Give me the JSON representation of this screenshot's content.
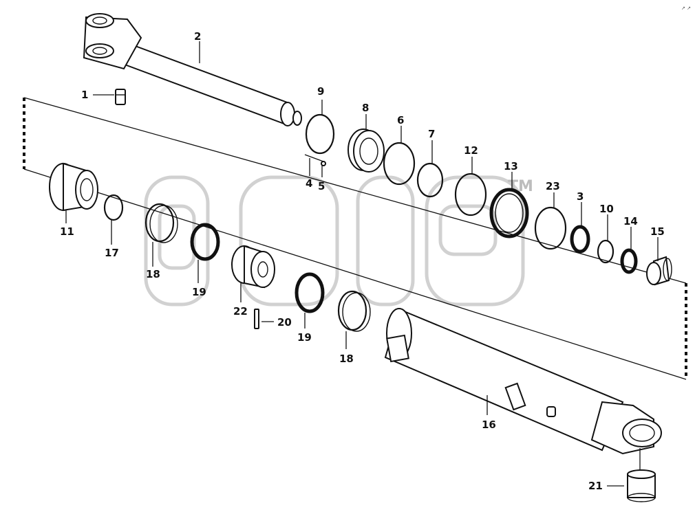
{
  "diagram": {
    "type": "exploded-parts-diagram",
    "watermark": {
      "mark": "TM"
    },
    "corner_mark": "↗ ↗"
  },
  "callouts": [
    {
      "id": "c1",
      "text": "1"
    },
    {
      "id": "c2",
      "text": "2"
    },
    {
      "id": "c3",
      "text": "3"
    },
    {
      "id": "c4",
      "text": "4"
    },
    {
      "id": "c5",
      "text": "5"
    },
    {
      "id": "c6",
      "text": "6"
    },
    {
      "id": "c7",
      "text": "7"
    },
    {
      "id": "c8",
      "text": "8"
    },
    {
      "id": "c9",
      "text": "9"
    },
    {
      "id": "c10",
      "text": "10"
    },
    {
      "id": "c11",
      "text": "11"
    },
    {
      "id": "c12",
      "text": "12"
    },
    {
      "id": "c13",
      "text": "13"
    },
    {
      "id": "c14",
      "text": "14"
    },
    {
      "id": "c15",
      "text": "15"
    },
    {
      "id": "c16",
      "text": "16"
    },
    {
      "id": "c17",
      "text": "17"
    },
    {
      "id": "c18a",
      "text": "18"
    },
    {
      "id": "c18b",
      "text": "18"
    },
    {
      "id": "c19a",
      "text": "19"
    },
    {
      "id": "c19b",
      "text": "19"
    },
    {
      "id": "c20",
      "text": "20"
    },
    {
      "id": "c21",
      "text": "21"
    },
    {
      "id": "c22",
      "text": "22"
    },
    {
      "id": "c23",
      "text": "23"
    }
  ]
}
